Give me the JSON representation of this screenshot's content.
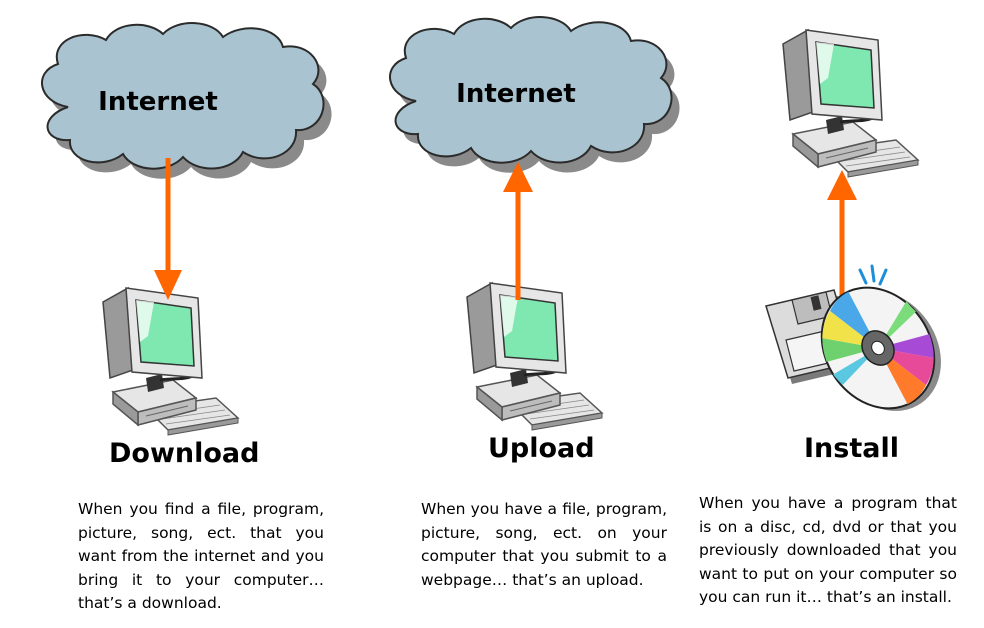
{
  "panels": [
    {
      "id": "download",
      "cloud_label": "Internet",
      "title": "Download",
      "description": "When you find a file, program, picture, song, ect. that you want from the internet and you bring it to your computer… that’s a download."
    },
    {
      "id": "upload",
      "cloud_label": "Internet",
      "title": "Upload",
      "description": "When you have a file, program, picture, song, ect. on your computer that you submit to a webpage… that’s an upload."
    },
    {
      "id": "install",
      "title": "Install",
      "description": "When you have a program that is on a disc, cd, dvd or that you previously downloaded that you want to put on your computer so you can run it… that’s an install."
    }
  ],
  "colors": {
    "cloud_fill": "#a9c4d0",
    "arrow": "#ff6600",
    "screen": "#7fe8b0",
    "monitor_body": "#e6e6e6",
    "monitor_shadow": "#9a9a9a"
  },
  "icons": [
    "cloud-icon",
    "computer-icon",
    "floppy-disk-icon",
    "cd-disc-icon"
  ]
}
